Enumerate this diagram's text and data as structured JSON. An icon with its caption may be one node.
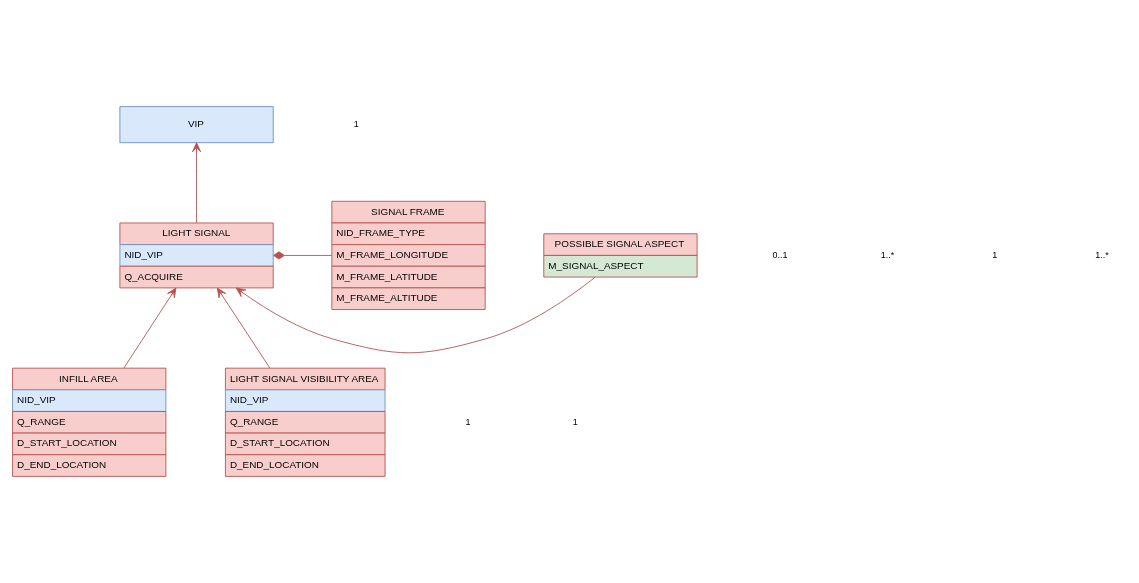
{
  "diagram": {
    "nodes": [
      {
        "text": [
          "VIP"
        ]
      },
      {
        "text": [
          "SIGNAL FRAME",
          "NID_FRAME_TYPE",
          "M_FRAME_LONGITUDE",
          "M_FRAME_LATITUDE",
          "M_FRAME_ALTITUDE"
        ]
      },
      {
        "text": [
          "LIGHT SIGNAL",
          "NID_VIP",
          "Q_ACQUIRE"
        ]
      },
      {
        "text": [
          "POSSIBLE SIGNAL ASPECT",
          "M_SIGNAL_ASPECT"
        ]
      },
      {
        "text": [
          "INFILL AREA",
          "NID_VIP",
          "Q_RANGE",
          "D_START_LOCATION",
          "D_END_LOCATION"
        ]
      },
      {
        "text": [
          "LIGHT SIGNAL VISIBILITY AREA",
          "NID_VIP",
          "Q_RANGE",
          "D_START_LOCATION",
          "D_END_LOCATION"
        ]
      }
    ],
    "edges": [
      {
        "from": 2,
        "to": 0,
        "arrow": "to"
      },
      {
        "from": 1,
        "to": 2,
        "arrow": "other"
      },
      {
        "from": 3,
        "to": 2,
        "arrow": "to"
      },
      {
        "from": 4,
        "to": 2,
        "arrow": "to"
      },
      {
        "from": 5,
        "to": 2,
        "arrow": "to"
      }
    ],
    "labels": [
      "1",
      "0..1",
      "1..*",
      "1",
      "1..*",
      "1",
      "1"
    ]
  }
}
